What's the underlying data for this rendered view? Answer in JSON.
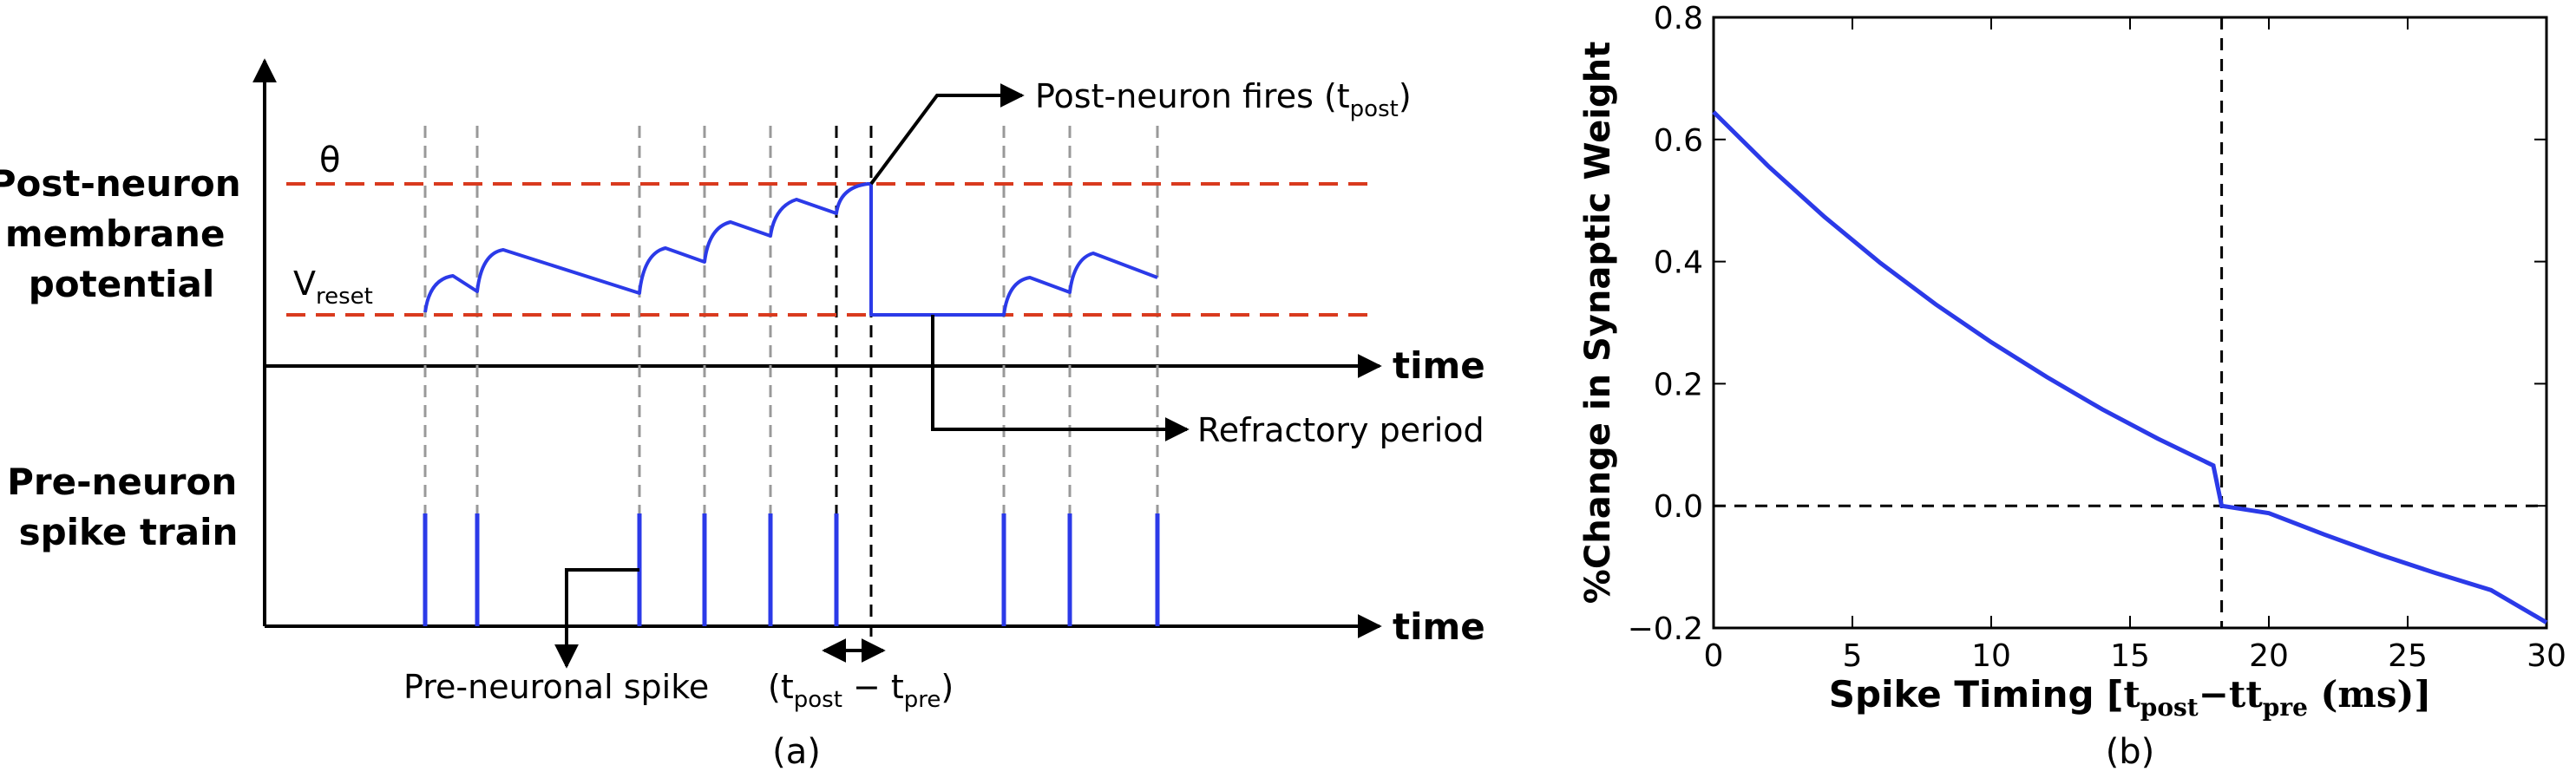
{
  "left_panel": {
    "y_label_lines": [
      "Post-neuron",
      "membrane",
      "potential"
    ],
    "spike_label_lines": [
      "Pre-neuron",
      "spike train"
    ],
    "theta": "θ",
    "vreset_main": "V",
    "vreset_sub": "reset",
    "time_upper": "time",
    "time_lower": "time",
    "fires_main": "Post-neuron fires (t",
    "fires_sub": "post",
    "fires_close": ")",
    "refractory": "Refractory period",
    "pre_spike": "Pre-neuronal spike",
    "delta_open": "(t",
    "delta_post": "post",
    "delta_minus": " − t",
    "delta_pre": "pre",
    "delta_close": ")",
    "caption": "(a)",
    "colors": {
      "threshold": "#d93a1e",
      "trace": "#2b3ae8",
      "guide": "#999999"
    }
  },
  "chart_data": {
    "type": "line",
    "title": "",
    "xlabel_main": "Spike Timing [",
    "xlabel_math": "t",
    "xlabel_post": "post",
    "xlabel_minus": "−t",
    "xlabel_pre": "pre",
    "xlabel_unit": " (ms)]",
    "ylabel": "%Change in Synaptic Weight",
    "xlim": [
      0,
      30
    ],
    "ylim": [
      -0.2,
      0.8
    ],
    "xticks": [
      0,
      5,
      10,
      15,
      20,
      25,
      30
    ],
    "yticks": [
      -0.2,
      0.0,
      0.2,
      0.4,
      0.6,
      0.8
    ],
    "ytick_labels": [
      "−0.2",
      "0.0",
      "0.2",
      "0.4",
      "0.6",
      "0.8"
    ],
    "series": [
      {
        "color": "#2b3ae8",
        "x": [
          0,
          2,
          4,
          6,
          8,
          10,
          12,
          14,
          16,
          18,
          18.3,
          20,
          22,
          24,
          26,
          28,
          30
        ],
        "y": [
          0.645,
          0.555,
          0.473,
          0.398,
          0.33,
          0.268,
          0.211,
          0.158,
          0.11,
          0.066,
          0.0,
          -0.012,
          -0.047,
          -0.08,
          -0.11,
          -0.138,
          -0.191
        ]
      }
    ],
    "ref_hline": 0.0,
    "ref_vline": 18.3,
    "caption": "(b)"
  }
}
